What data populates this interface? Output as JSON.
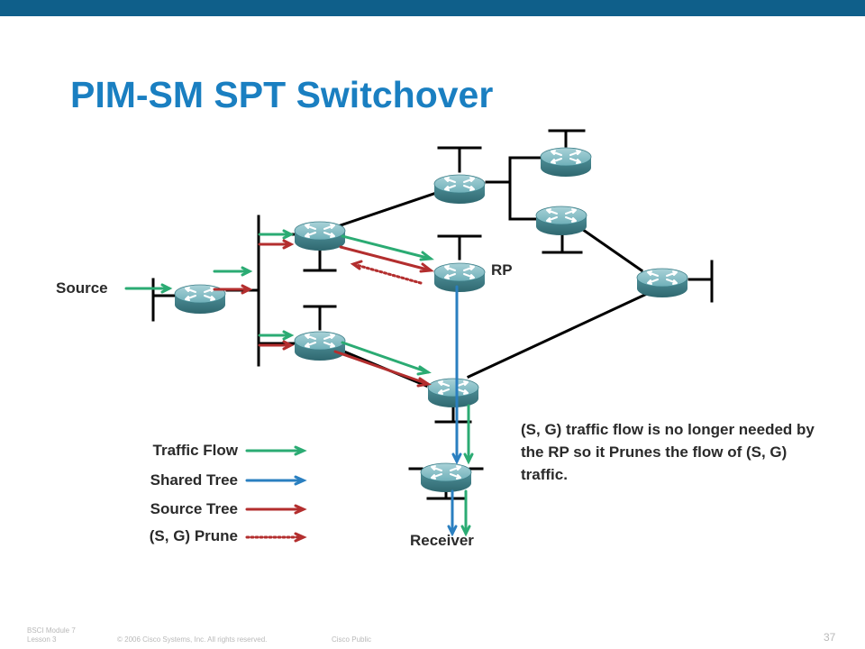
{
  "title": "PIM-SM SPT Switchover",
  "labels": {
    "source": "Source",
    "rp": "RP",
    "receiver": "Receiver"
  },
  "legend": [
    {
      "label": "Traffic Flow",
      "color": "#2bab73",
      "style": "solid"
    },
    {
      "label": "Shared Tree",
      "color": "#2a7fc0",
      "style": "solid"
    },
    {
      "label": "Source Tree",
      "color": "#b32e2e",
      "style": "solid"
    },
    {
      "label": "(S, G) Prune",
      "color": "#b32e2e",
      "style": "dotted"
    }
  ],
  "note": "(S, G) traffic flow is no longer needed by the RP so it Prunes the flow of (S, G) traffic.",
  "footer": {
    "course_line1": "BSCI Module 7",
    "course_line2": "Lesson 3",
    "copyright": "© 2006 Cisco Systems, Inc. All rights reserved.",
    "classification": "Cisco Public",
    "page_number": "37"
  },
  "colors": {
    "header_bar": "#0f5f8a",
    "title": "#1a7fc1",
    "router_body": "#5b9fa8",
    "traffic_flow": "#2bab73",
    "shared_tree": "#2a7fc0",
    "source_tree": "#b32e2e"
  },
  "icons": [
    "router-icon"
  ]
}
